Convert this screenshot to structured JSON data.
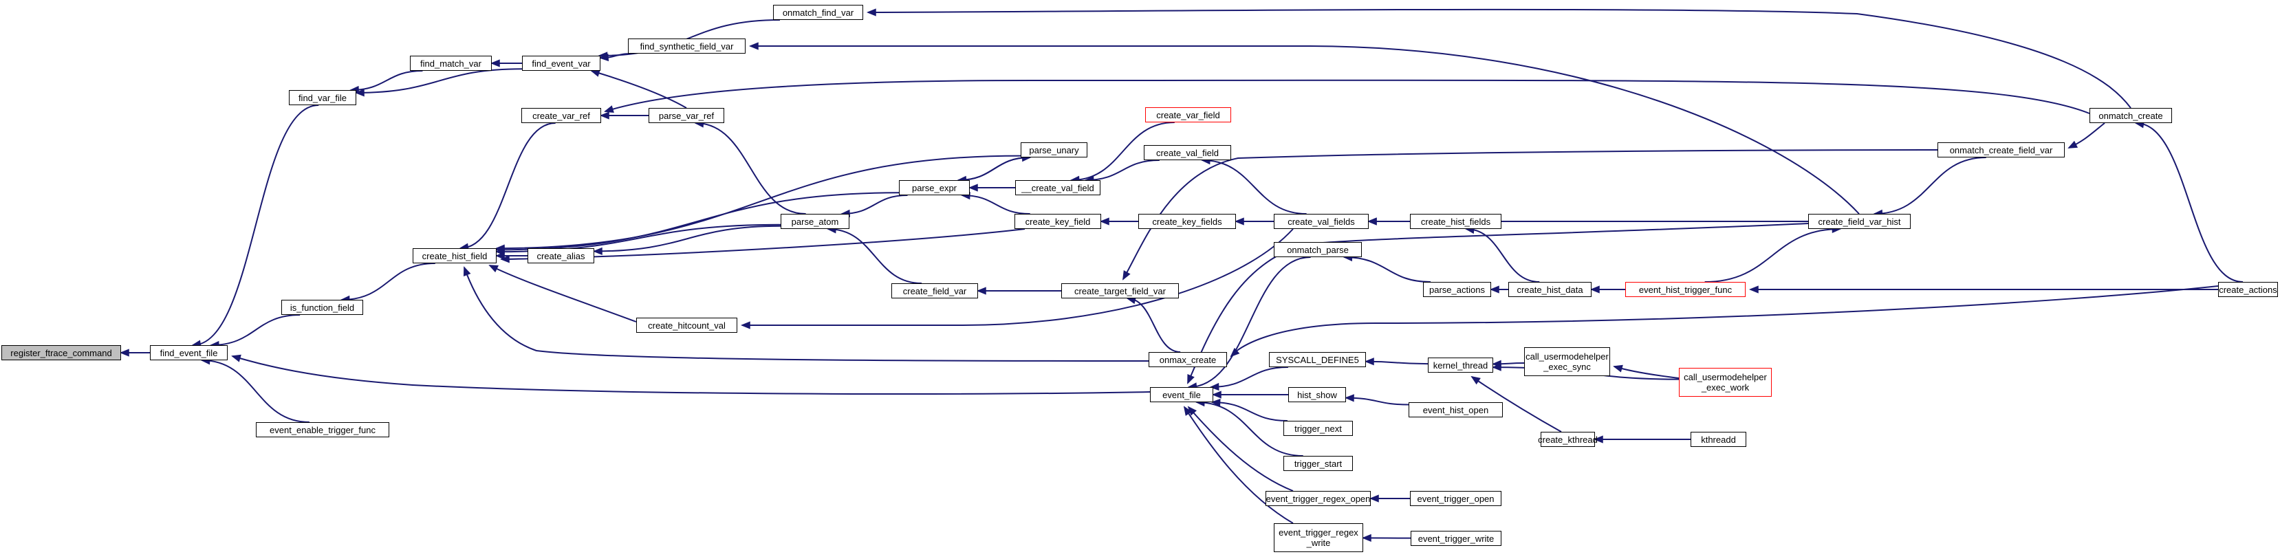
{
  "colors": {
    "edge": "#191970",
    "node_border": "#000000",
    "root_fill": "#bfbfbf",
    "truncated_border": "#ff0000"
  },
  "nodes": [
    {
      "id": "register_ftrace_command",
      "label": "register_ftrace_command"
    },
    {
      "id": "find_event_file",
      "label": "find_event_file"
    },
    {
      "id": "find_var_file",
      "label": "find_var_file"
    },
    {
      "id": "is_function_field",
      "label": "is_function_field"
    },
    {
      "id": "event_enable_trigger_func",
      "label": "event_enable_trigger_func"
    },
    {
      "id": "find_match_var",
      "label": "find_match_var"
    },
    {
      "id": "find_event_var",
      "label": "find_event_var"
    },
    {
      "id": "onmatch_find_var",
      "label": "onmatch_find_var"
    },
    {
      "id": "find_synthetic_field_var",
      "label": "find_synthetic_field_var"
    },
    {
      "id": "create_hist_field",
      "label": "create_hist_field"
    },
    {
      "id": "create_var_ref",
      "label": "create_var_ref"
    },
    {
      "id": "parse_var_ref",
      "label": "parse_var_ref"
    },
    {
      "id": "create_alias",
      "label": "create_alias"
    },
    {
      "id": "create_hitcount_val",
      "label": "create_hitcount_val"
    },
    {
      "id": "parse_atom",
      "label": "parse_atom"
    },
    {
      "id": "parse_expr",
      "label": "parse_expr"
    },
    {
      "id": "parse_unary",
      "label": "parse_unary"
    },
    {
      "id": "__create_val_field",
      "label": "__create_val_field"
    },
    {
      "id": "create_var_field",
      "label": "create_var_field"
    },
    {
      "id": "create_val_field",
      "label": "create_val_field"
    },
    {
      "id": "create_key_field",
      "label": "create_key_field"
    },
    {
      "id": "create_key_fields",
      "label": "create_key_fields"
    },
    {
      "id": "create_field_var",
      "label": "create_field_var"
    },
    {
      "id": "create_target_field_var",
      "label": "create_target_field_var"
    },
    {
      "id": "create_val_fields",
      "label": "create_val_fields"
    },
    {
      "id": "create_hist_fields",
      "label": "create_hist_fields"
    },
    {
      "id": "onmax_create",
      "label": "onmax_create"
    },
    {
      "id": "event_file",
      "label": "event_file"
    },
    {
      "id": "onmatch_parse",
      "label": "onmatch_parse"
    },
    {
      "id": "parse_actions",
      "label": "parse_actions"
    },
    {
      "id": "create_hist_data",
      "label": "create_hist_data"
    },
    {
      "id": "event_hist_trigger_func",
      "label": "event_hist_trigger_func"
    },
    {
      "id": "create_field_var_hist",
      "label": "create_field_var_hist"
    },
    {
      "id": "onmatch_create_field_var",
      "label": "onmatch_create_field_var"
    },
    {
      "id": "onmatch_create",
      "label": "onmatch_create"
    },
    {
      "id": "create_actions",
      "label": "create_actions"
    },
    {
      "id": "SYSCALL_DEFINE5",
      "label": "SYSCALL_DEFINE5"
    },
    {
      "id": "kernel_thread",
      "label": "kernel_thread"
    },
    {
      "id": "call_usermodehelper_exec_sync",
      "label": "call_usermodehelper\n_exec_sync"
    },
    {
      "id": "call_usermodehelper_exec_work",
      "label": "call_usermodehelper\n_exec_work"
    },
    {
      "id": "create_kthread",
      "label": "create_kthread"
    },
    {
      "id": "kthreadd",
      "label": "kthreadd"
    },
    {
      "id": "hist_show",
      "label": "hist_show"
    },
    {
      "id": "event_hist_open",
      "label": "event_hist_open"
    },
    {
      "id": "trigger_next",
      "label": "trigger_next"
    },
    {
      "id": "trigger_start",
      "label": "trigger_start"
    },
    {
      "id": "event_trigger_regex_open",
      "label": "event_trigger_regex_open"
    },
    {
      "id": "event_trigger_open",
      "label": "event_trigger_open"
    },
    {
      "id": "event_trigger_regex_write",
      "label": "event_trigger_regex\n_write"
    },
    {
      "id": "event_trigger_write",
      "label": "event_trigger_write"
    }
  ],
  "edges": [
    [
      "find_event_file",
      "register_ftrace_command"
    ],
    [
      "find_var_file",
      "find_event_file"
    ],
    [
      "is_function_field",
      "find_event_file"
    ],
    [
      "event_enable_trigger_func",
      "find_event_file"
    ],
    [
      "event_file",
      "find_event_file"
    ],
    [
      "find_match_var",
      "find_var_file"
    ],
    [
      "find_event_var",
      "find_var_file"
    ],
    [
      "create_hist_field",
      "is_function_field"
    ],
    [
      "find_event_var",
      "find_match_var"
    ],
    [
      "onmatch_find_var",
      "find_event_var"
    ],
    [
      "find_synthetic_field_var",
      "find_event_var"
    ],
    [
      "parse_var_ref",
      "find_event_var"
    ],
    [
      "onmatch_create",
      "onmatch_find_var"
    ],
    [
      "create_field_var_hist",
      "find_synthetic_field_var"
    ],
    [
      "create_var_ref",
      "create_hist_field"
    ],
    [
      "parse_unary",
      "create_hist_field"
    ],
    [
      "parse_expr",
      "create_hist_field"
    ],
    [
      "parse_atom",
      "create_hist_field"
    ],
    [
      "create_alias",
      "create_hist_field"
    ],
    [
      "create_key_field",
      "create_hist_field"
    ],
    [
      "create_hitcount_val",
      "create_hist_field"
    ],
    [
      "onmax_create",
      "create_hist_field"
    ],
    [
      "parse_var_ref",
      "create_var_ref"
    ],
    [
      "onmatch_create",
      "create_var_ref"
    ],
    [
      "parse_atom",
      "parse_var_ref"
    ],
    [
      "parse_atom",
      "create_alias"
    ],
    [
      "create_val_fields",
      "create_hitcount_val"
    ],
    [
      "parse_expr",
      "parse_atom"
    ],
    [
      "create_field_var",
      "parse_atom"
    ],
    [
      "parse_unary",
      "parse_expr"
    ],
    [
      "__create_val_field",
      "parse_expr"
    ],
    [
      "create_key_field",
      "parse_expr"
    ],
    [
      "parse_expr",
      "parse_unary"
    ],
    [
      "create_var_field",
      "__create_val_field"
    ],
    [
      "create_val_field",
      "__create_val_field"
    ],
    [
      "create_val_fields",
      "create_val_field"
    ],
    [
      "create_key_fields",
      "create_key_field"
    ],
    [
      "create_hist_fields",
      "create_key_fields"
    ],
    [
      "create_target_field_var",
      "create_field_var"
    ],
    [
      "onmax_create",
      "create_target_field_var"
    ],
    [
      "onmatch_create_field_var",
      "create_target_field_var"
    ],
    [
      "create_hist_fields",
      "create_val_fields"
    ],
    [
      "create_field_var_hist",
      "create_val_fields"
    ],
    [
      "create_hist_data",
      "create_hist_fields"
    ],
    [
      "create_actions",
      "onmax_create"
    ],
    [
      "onmatch_parse",
      "event_file"
    ],
    [
      "SYSCALL_DEFINE5",
      "event_file"
    ],
    [
      "hist_show",
      "event_file"
    ],
    [
      "trigger_next",
      "event_file"
    ],
    [
      "trigger_start",
      "event_file"
    ],
    [
      "event_trigger_regex_open",
      "event_file"
    ],
    [
      "event_trigger_regex_write",
      "event_file"
    ],
    [
      "create_field_var_hist",
      "event_file"
    ],
    [
      "parse_actions",
      "onmatch_parse"
    ],
    [
      "create_hist_data",
      "parse_actions"
    ],
    [
      "event_hist_trigger_func",
      "create_hist_data"
    ],
    [
      "event_hist_trigger_func",
      "create_field_var_hist"
    ],
    [
      "create_actions",
      "event_hist_trigger_func"
    ],
    [
      "onmatch_create_field_var",
      "create_field_var_hist"
    ],
    [
      "onmatch_create",
      "onmatch_create_field_var"
    ],
    [
      "create_actions",
      "onmatch_create"
    ],
    [
      "kernel_thread",
      "SYSCALL_DEFINE5"
    ],
    [
      "call_usermodehelper_exec_sync",
      "kernel_thread"
    ],
    [
      "call_usermodehelper_exec_work",
      "kernel_thread"
    ],
    [
      "create_kthread",
      "kernel_thread"
    ],
    [
      "call_usermodehelper_exec_work",
      "call_usermodehelper_exec_sync"
    ],
    [
      "kthreadd",
      "create_kthread"
    ],
    [
      "event_hist_open",
      "hist_show"
    ],
    [
      "event_trigger_open",
      "event_trigger_regex_open"
    ],
    [
      "event_trigger_write",
      "event_trigger_regex_write"
    ]
  ]
}
